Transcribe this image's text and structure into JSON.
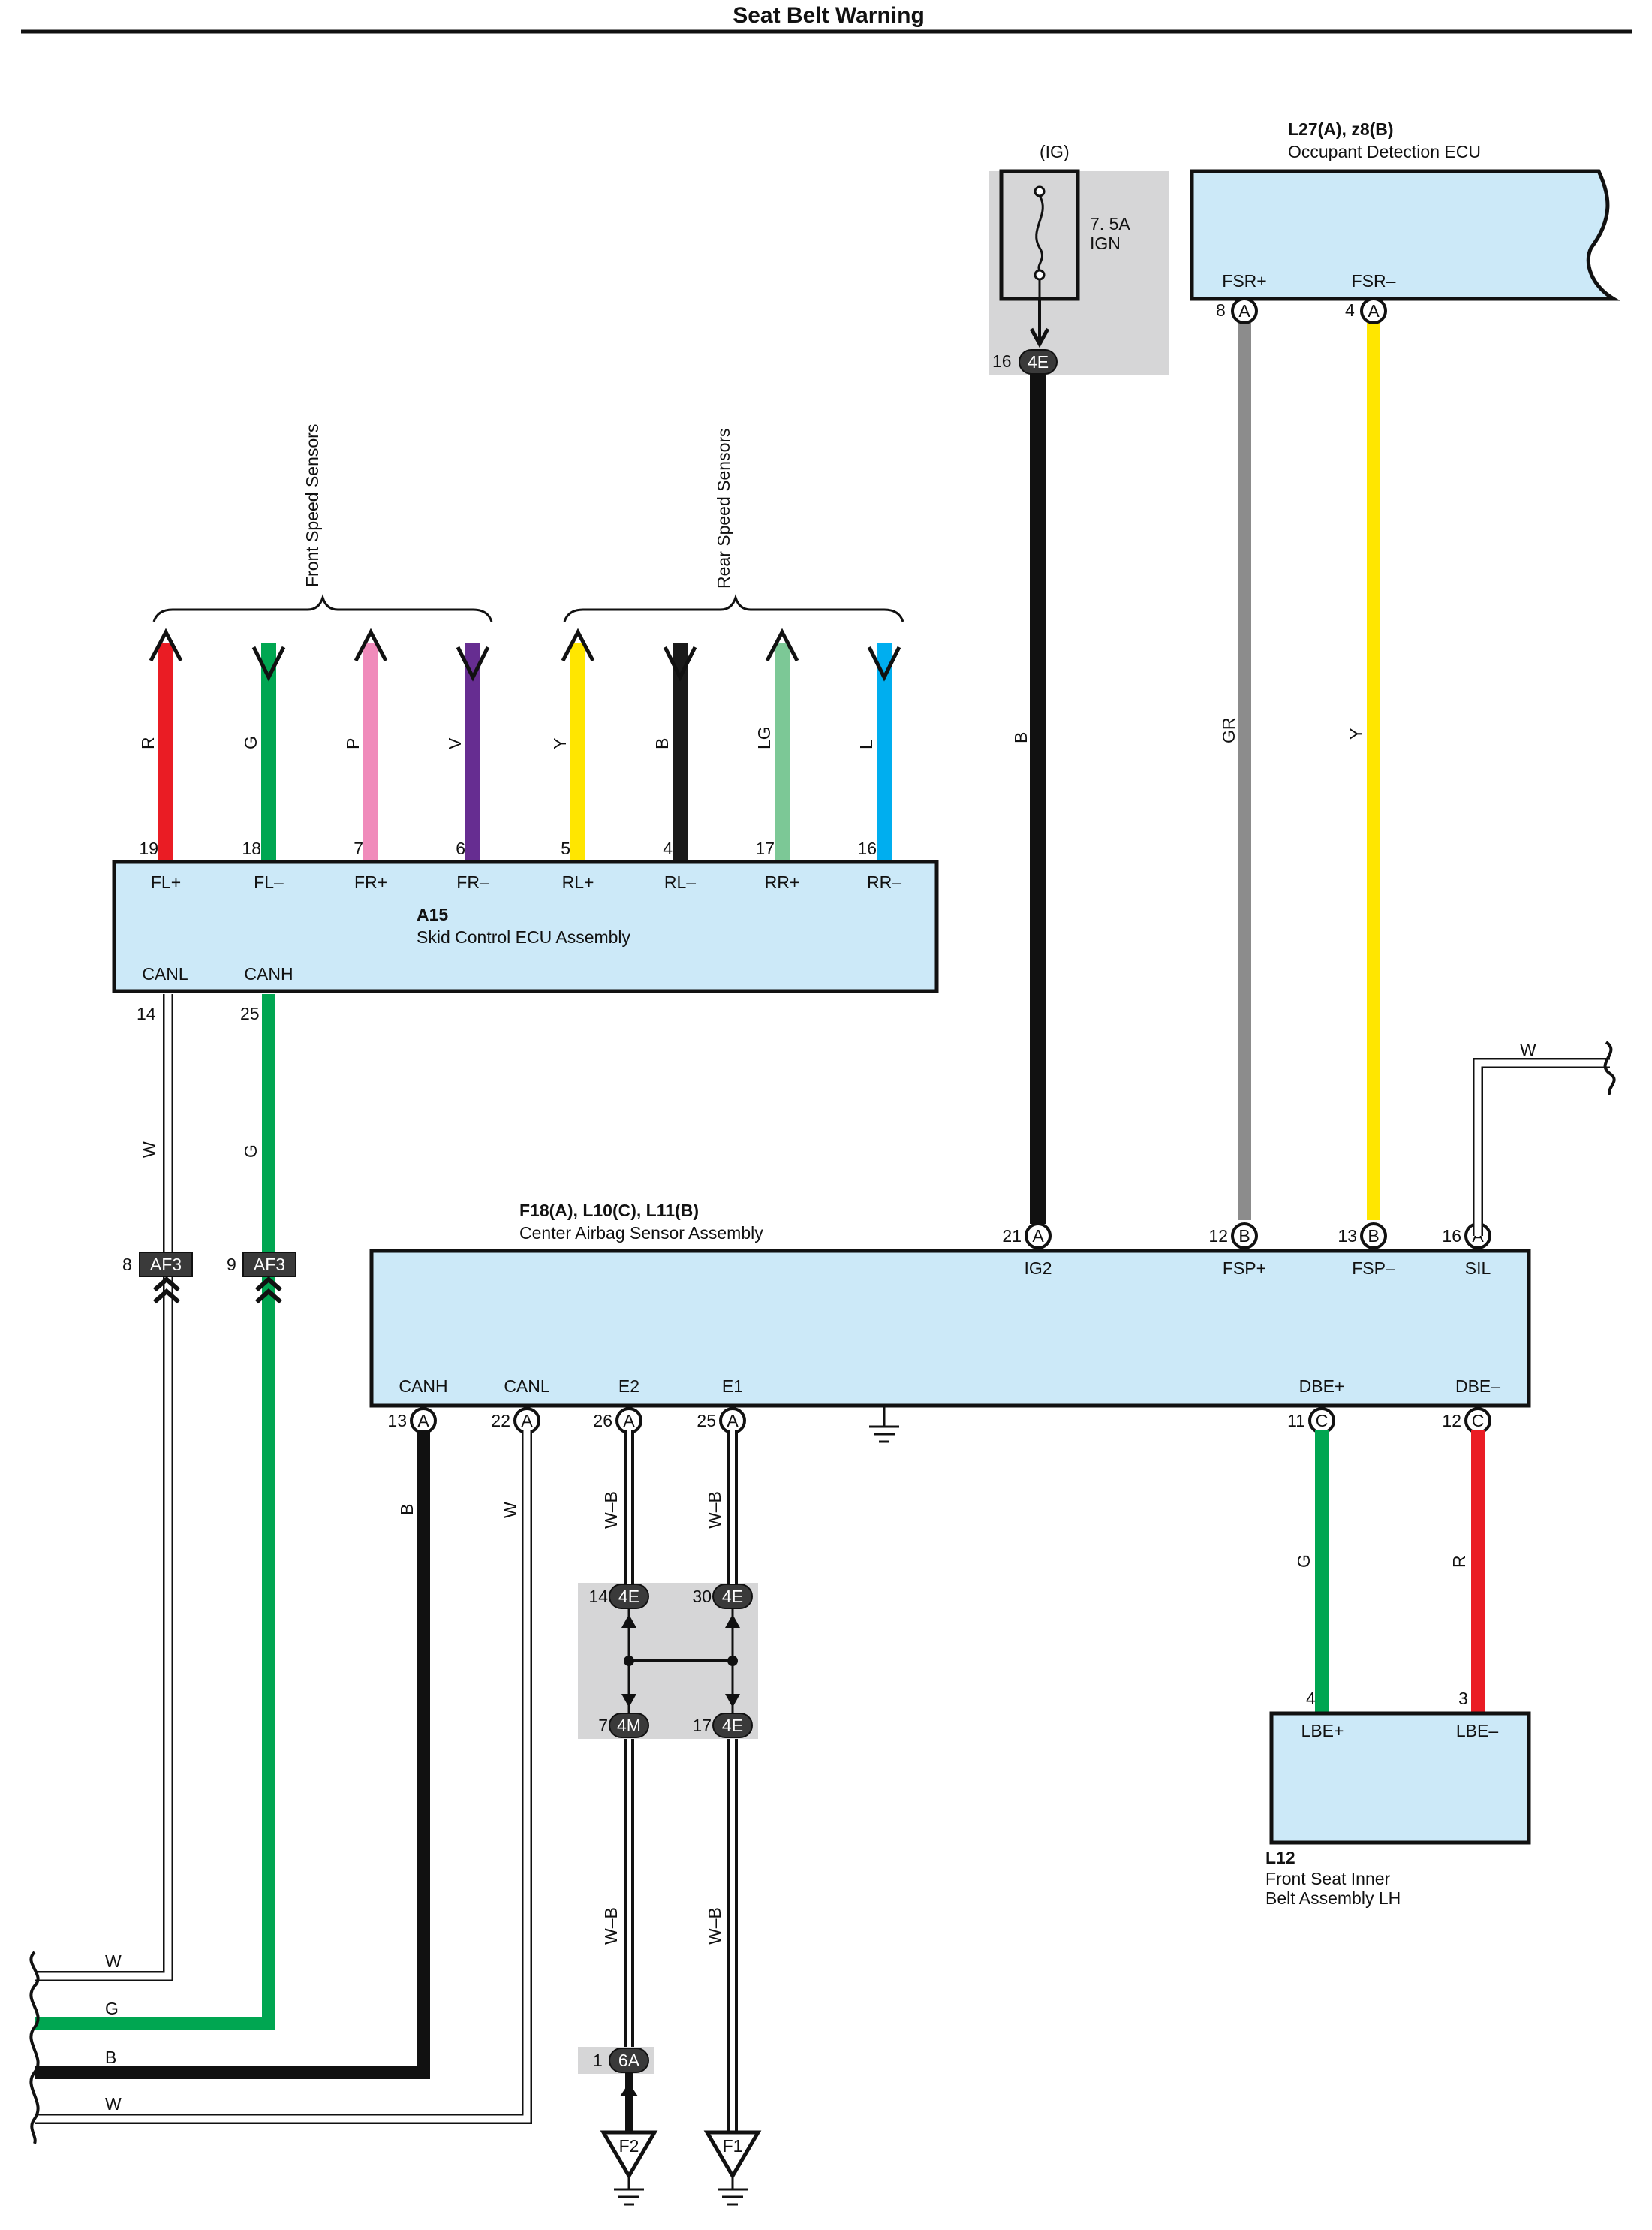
{
  "title": "Seat Belt Warning",
  "fuse": {
    "header": "(IG)",
    "rating": "7. 5A",
    "name": "IGN",
    "pin": "16",
    "conn": "4E"
  },
  "occupant_ecu": {
    "id": "L27(A), z8(B)",
    "name": "Occupant Detection ECU",
    "terminals": [
      {
        "label": "FSR+",
        "pin": "8",
        "conn": "A"
      },
      {
        "label": "FSR–",
        "pin": "4",
        "conn": "A"
      }
    ]
  },
  "front_speed": "Front Speed Sensors",
  "rear_speed": "Rear Speed Sensors",
  "skid_ecu": {
    "id": "A15",
    "name": "Skid Control ECU Assembly",
    "top_terminals": [
      {
        "label": "FL+",
        "pin": "19",
        "wire": "R"
      },
      {
        "label": "FL–",
        "pin": "18",
        "wire": "G"
      },
      {
        "label": "FR+",
        "pin": "7",
        "wire": "P"
      },
      {
        "label": "FR–",
        "pin": "6",
        "wire": "V"
      },
      {
        "label": "RL+",
        "pin": "5",
        "wire": "Y"
      },
      {
        "label": "RL–",
        "pin": "4",
        "wire": "B"
      },
      {
        "label": "RR+",
        "pin": "17",
        "wire": "LG"
      },
      {
        "label": "RR–",
        "pin": "16",
        "wire": "L"
      }
    ],
    "bottom_terminals": [
      {
        "label": "CANL",
        "pin": "14",
        "wire": "W"
      },
      {
        "label": "CANH",
        "pin": "25",
        "wire": "G"
      }
    ]
  },
  "af3": [
    {
      "pin": "8",
      "conn": "AF3"
    },
    {
      "pin": "9",
      "conn": "AF3"
    }
  ],
  "airbag": {
    "id": "F18(A), L10(C), L11(B)",
    "name": "Center Airbag Sensor Assembly",
    "top_terminals": [
      {
        "label": "IG2",
        "pin": "21",
        "conn": "A",
        "wire": "B"
      },
      {
        "label": "FSP+",
        "pin": "12",
        "conn": "B",
        "wire": "GR"
      },
      {
        "label": "FSP–",
        "pin": "13",
        "conn": "B",
        "wire": "Y"
      },
      {
        "label": "SIL",
        "pin": "16",
        "conn": "A",
        "wire": "W"
      }
    ],
    "bottom_terminals": [
      {
        "label": "CANH",
        "pin": "13",
        "conn": "A",
        "wire": "B"
      },
      {
        "label": "CANL",
        "pin": "22",
        "conn": "A",
        "wire": "W"
      },
      {
        "label": "E2",
        "pin": "26",
        "conn": "A",
        "wire": "W–B"
      },
      {
        "label": "E1",
        "pin": "25",
        "conn": "A",
        "wire": "W–B"
      },
      {
        "label": "DBE+",
        "pin": "11",
        "conn": "C",
        "wire": "G"
      },
      {
        "label": "DBE–",
        "pin": "12",
        "conn": "C",
        "wire": "R"
      }
    ]
  },
  "junction": {
    "top": [
      {
        "pin": "14",
        "conn": "4E"
      },
      {
        "pin": "30",
        "conn": "4E"
      }
    ],
    "bottom": [
      {
        "pin": "7",
        "conn": "4M"
      },
      {
        "pin": "17",
        "conn": "4E"
      }
    ],
    "lower_wires": [
      "W–B",
      "W–B"
    ]
  },
  "ground_conn": {
    "pin": "1",
    "conn": "6A"
  },
  "grounds": [
    "F2",
    "F1"
  ],
  "belt": {
    "id": "L12",
    "name_line1": "Front Seat Inner",
    "name_line2": "Belt Assembly LH",
    "terminals": [
      {
        "label": "LBE+",
        "pin": "4"
      },
      {
        "label": "LBE–",
        "pin": "3"
      }
    ]
  },
  "sil_wire": "W",
  "left_wires": [
    "W",
    "G",
    "B",
    "W"
  ],
  "colors": {
    "R": "#ea1c24",
    "G": "#00a651",
    "P": "#f08bbb",
    "V": "#662d91",
    "Y": "#ffe600",
    "B": "#1a1a1a",
    "LG": "#7cc896",
    "L": "#00aeef",
    "GR": "#8c8c8c",
    "W": "#ffffff",
    "box": "#cce9f8",
    "shade": "#d6d6d7"
  }
}
